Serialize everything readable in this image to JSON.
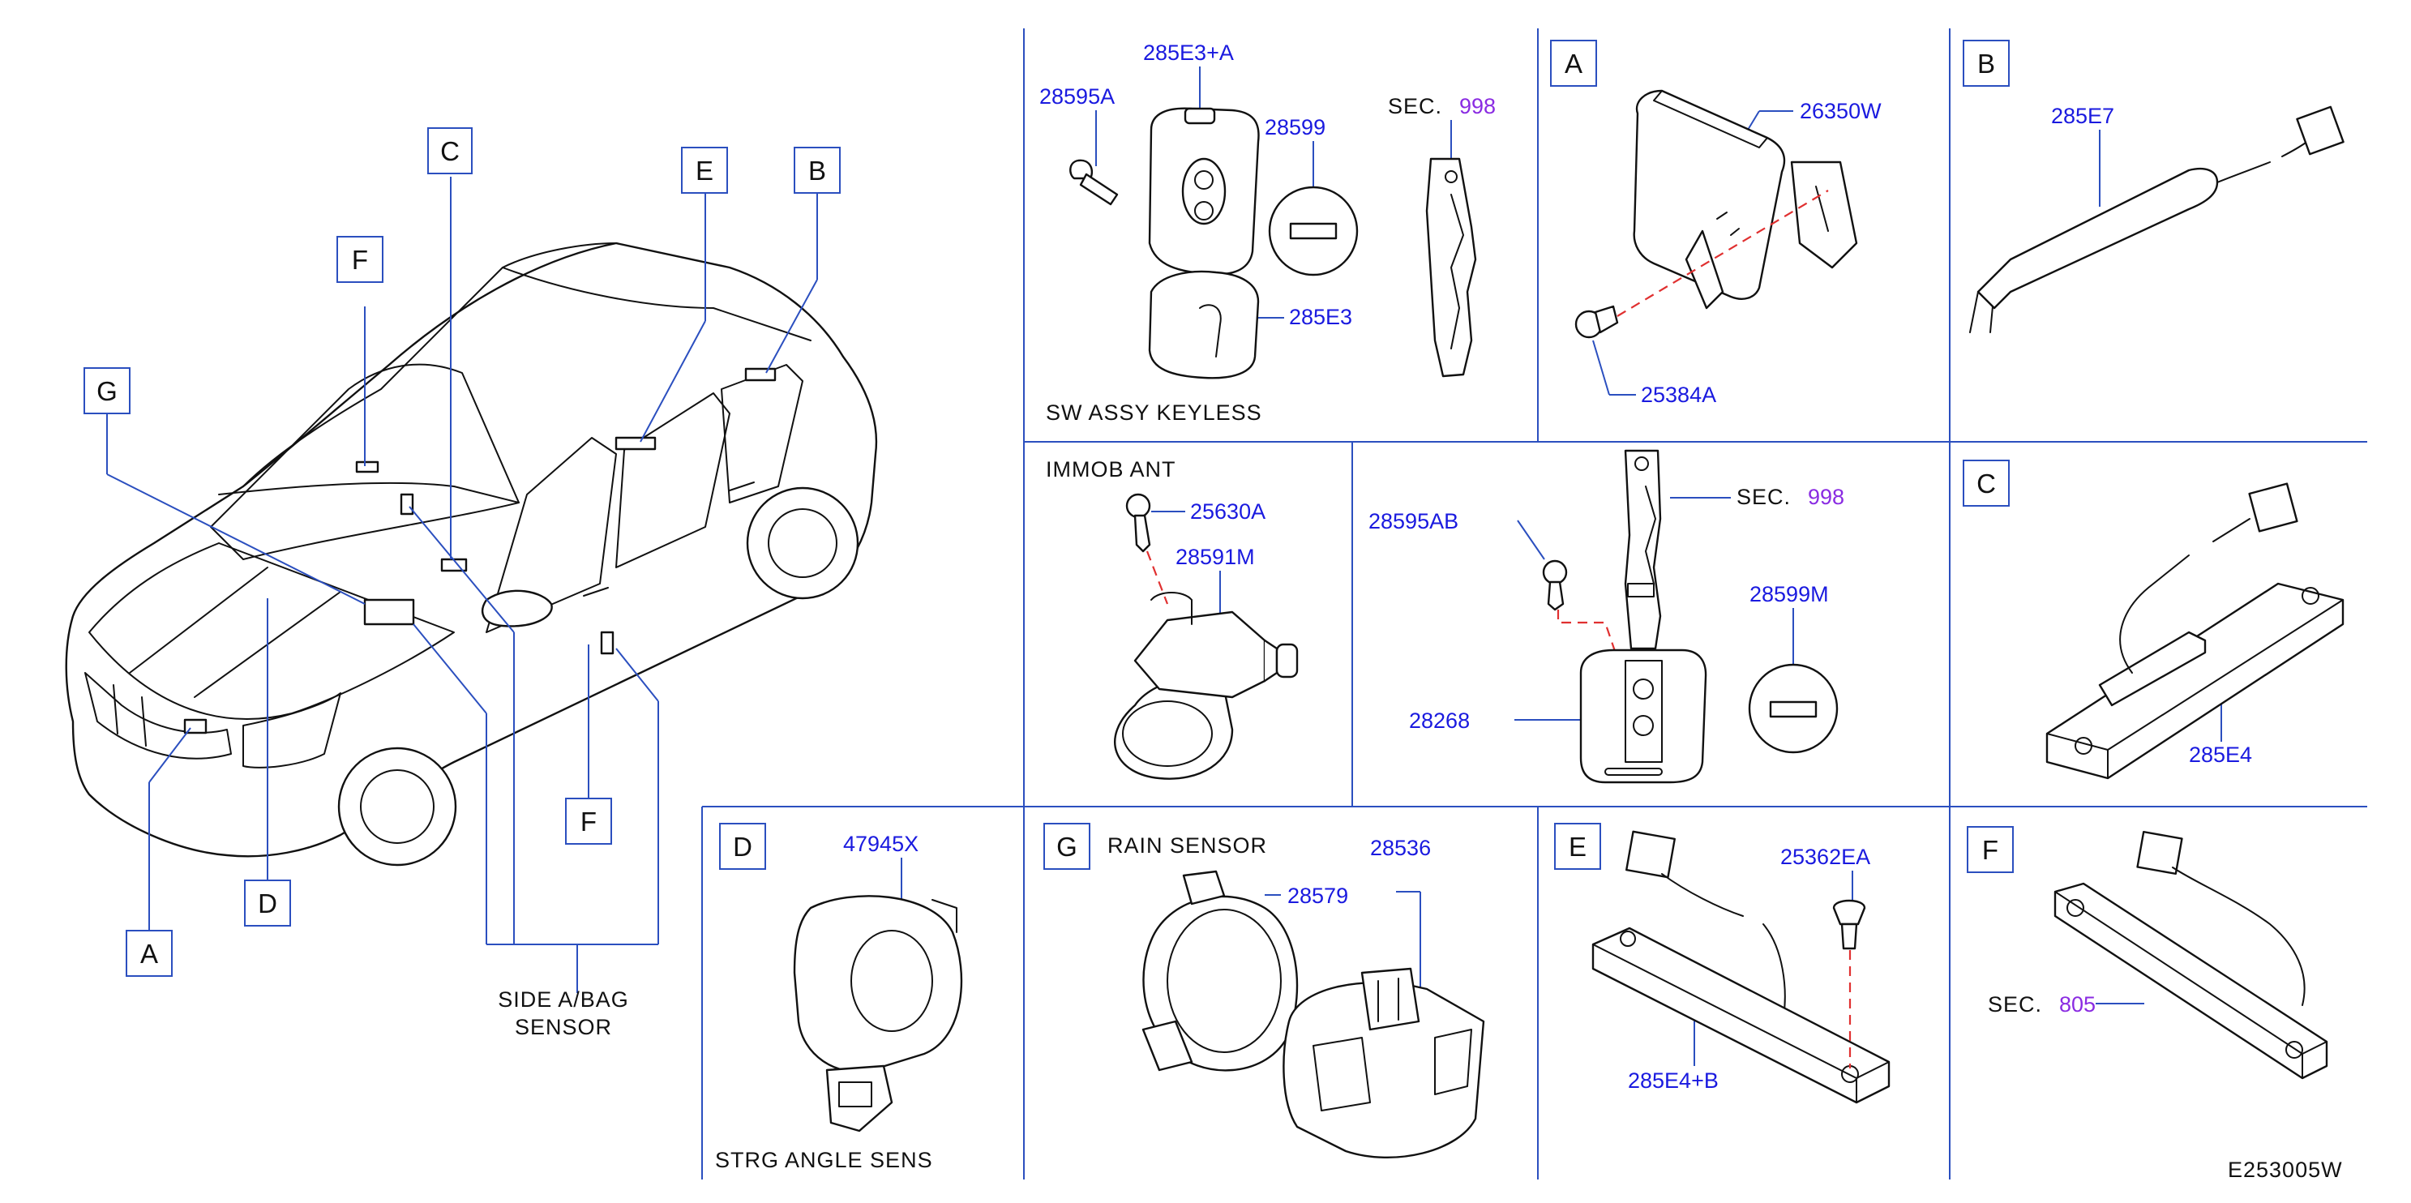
{
  "diagram_code": "E253005W",
  "car_callouts": [
    "A",
    "B",
    "C",
    "D",
    "E",
    "F",
    "F",
    "G"
  ],
  "side_abag_label": [
    "SIDE   A/BAG",
    "SENSOR"
  ],
  "panels": {
    "keyless": {
      "part_numbers": [
        "285E3+A",
        "28595A",
        "28599",
        "285E3"
      ],
      "sec_label": "SEC.",
      "sec_number": "998",
      "caption": "SW   ASSY   KEYLESS"
    },
    "A": {
      "letter": "A",
      "part_numbers": [
        "26350W",
        "25384A"
      ]
    },
    "B": {
      "letter": "B",
      "part_numbers": [
        "285E7"
      ]
    },
    "immob": {
      "caption": "IMMOB   ANT",
      "part_numbers": [
        "25630A",
        "28591M"
      ]
    },
    "key": {
      "part_numbers": [
        "28595AB",
        "28599M",
        "28268"
      ],
      "sec_label": "SEC.",
      "sec_number": "998"
    },
    "C": {
      "letter": "C",
      "part_numbers": [
        "285E4"
      ]
    },
    "D": {
      "letter": "D",
      "part_numbers": [
        "47945X"
      ],
      "caption": "STRG   ANGLE   SENS"
    },
    "G": {
      "letter": "G",
      "caption": "RAIN   SENSOR",
      "part_numbers": [
        "28536",
        "28579"
      ]
    },
    "E": {
      "letter": "E",
      "part_numbers": [
        "25362EA",
        "285E4+B"
      ]
    },
    "F": {
      "letter": "F",
      "sec_label": "SEC.",
      "sec_number": "805"
    }
  },
  "colors": {
    "part_number": "#1a1adf",
    "section_ref": "#8a2be2",
    "grid_line": "#2b4fbf",
    "dashed_line": "#e03030"
  }
}
